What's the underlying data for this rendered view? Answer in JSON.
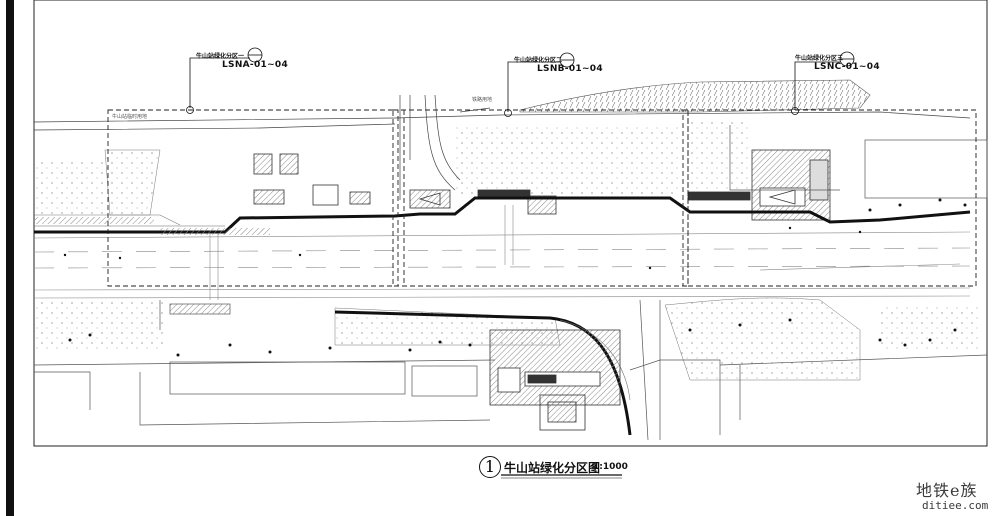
{
  "zones": [
    {
      "title": "牛山站绿化分区一",
      "code": "LSNA-01~04"
    },
    {
      "title": "牛山站绿化分区二",
      "code": "LSNB-01~04"
    },
    {
      "title": "牛山站绿化分区三",
      "code": "LSNC-01~04"
    }
  ],
  "annotations": {
    "rail_label": "铁路用地",
    "left_label": "牛山站临时用地"
  },
  "caption": {
    "number": "1",
    "title": "牛山站绿化分区图",
    "scale": "1:1000"
  },
  "watermark": {
    "line1": "地铁e族",
    "line2": "ditiee.com"
  },
  "colors": {
    "line": "#111111",
    "hatch": "#9a9a9a",
    "soft": "#bdbdbd"
  }
}
